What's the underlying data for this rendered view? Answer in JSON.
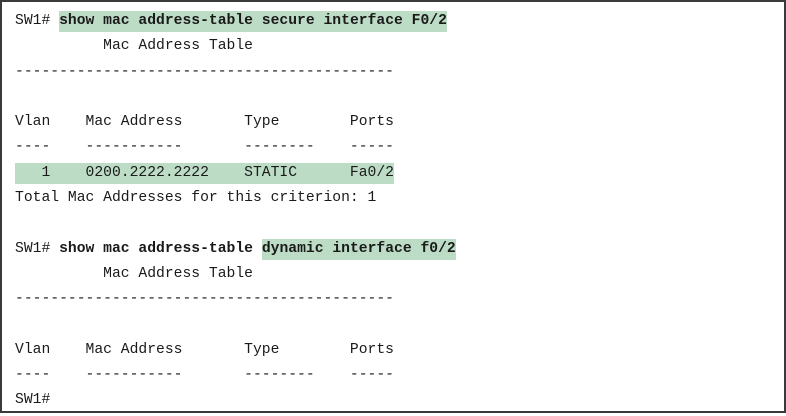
{
  "colors": {
    "highlight": "#bddcc6",
    "text": "#1a1a1a",
    "border": "#3a3a3a"
  },
  "block1": {
    "prompt": "SW1# ",
    "command": "show mac address-table secure interface F0/2",
    "table_title": "          Mac Address Table",
    "separator": "-------------------------------------------",
    "header": "Vlan    Mac Address       Type        Ports",
    "header_rule": "----    -----------       --------    -----",
    "row": "   1    0200.2222.2222    STATIC      Fa0/2",
    "total": "Total Mac Addresses for this criterion: 1"
  },
  "block2": {
    "prompt": "SW1# ",
    "command_plain": "show mac address-table ",
    "command_highlight": "dynamic interface f0/2",
    "table_title": "          Mac Address Table",
    "separator": "-------------------------------------------",
    "header": "Vlan    Mac Address       Type        Ports",
    "header_rule": "----    -----------       --------    -----"
  },
  "final_prompt": "SW1#"
}
